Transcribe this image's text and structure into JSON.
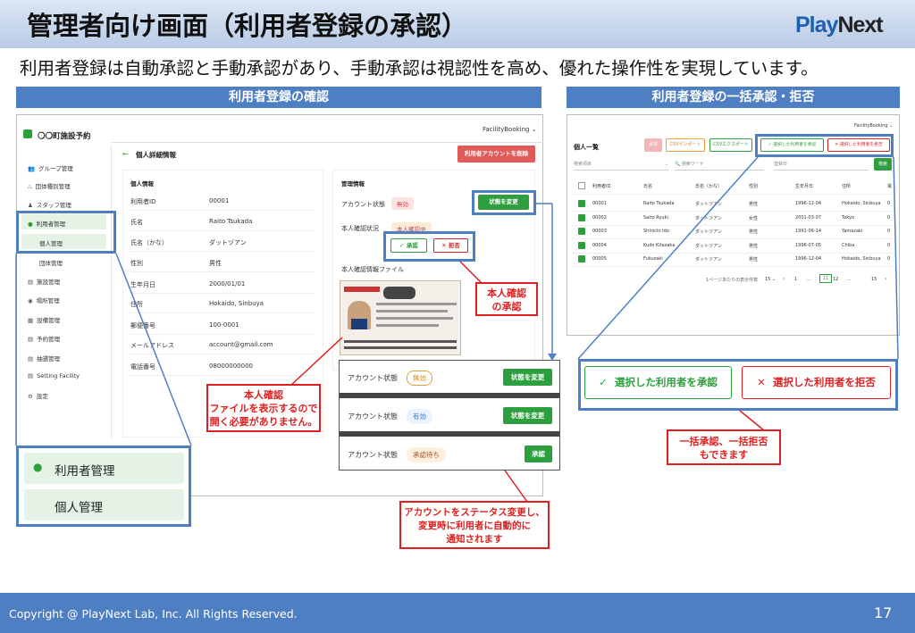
{
  "slide": {
    "title": "管理者向け画面（利用者登録の承認）",
    "subtitle": "利用者登録は自動承認と手動承認があり、手動承認は視認性を高め、優れた操作性を実現しています。",
    "logo_a": "Play",
    "logo_b": "Next",
    "left_heading": "利用者登録の確認",
    "right_heading": "利用者登録の一括承認・拒否",
    "copyright": "Copyright @ PlayNext Lab, Inc. All Rights Reserved.",
    "page": "17"
  },
  "app": {
    "name": "〇〇町施設予約",
    "account_menu": "FacilityBooking",
    "back_title": "個人詳細情報",
    "delete_btn": "利用者アカウントを削除",
    "sidebar": [
      "グループ管理",
      "団体種別管理",
      "スタッフ管理",
      "利用者管理",
      "個人管理",
      "団体管理",
      "施設管理",
      "場所管理",
      "設備管理",
      "予約管理",
      "抽選管理",
      "Setting Facility",
      "設定"
    ],
    "personal_heading": "個人情報",
    "fields": [
      {
        "label": "利用者ID",
        "value": "00001"
      },
      {
        "label": "氏名",
        "value": "Raito Tsukada"
      },
      {
        "label": "氏名（かな）",
        "value": "ダットヅアン"
      },
      {
        "label": "性別",
        "value": "男性"
      },
      {
        "label": "生年月日",
        "value": "2000/01/01"
      },
      {
        "label": "住所",
        "value": "Hokaido, Sinbuya"
      },
      {
        "label": "郵便番号",
        "value": "100-0001"
      },
      {
        "label": "メールアドレス",
        "value": "account@gmail.com"
      },
      {
        "label": "電話番号",
        "value": "08000000000"
      }
    ],
    "admin_heading": "管理情報",
    "account_status_label": "アカウント状態",
    "account_status": "無効",
    "change_status_btn": "状態を変更",
    "identity_label": "本人確認状況",
    "identity_status": "本人確認中",
    "approve_btn": "承認",
    "reject_btn": "拒否",
    "id_file_label": "本人確認情報ファイル"
  },
  "zoom": {
    "item1": "利用者管理",
    "item2": "個人管理",
    "status_rows": [
      {
        "label": "アカウント状態",
        "badge": "無効",
        "btn": "状態を変更"
      },
      {
        "label": "アカウント状態",
        "badge": "有効",
        "btn": "状態を変更"
      },
      {
        "label": "アカウント状態",
        "badge": "承認待ち",
        "btn": "承認"
      }
    ],
    "approve_selected": "選択した利用者を承認",
    "reject_selected": "選択した利用者を拒否"
  },
  "callouts": {
    "c1": "本人確認\nの承認",
    "c2": "本人確認\nファイルを表示するので\n開く必要がありません。",
    "c3": "アカウントをステータス変更し、\n変更時に利用者に自動的に\n通知されます",
    "c4": "一括承認、一括拒否\nもできます"
  },
  "list": {
    "title": "個人一覧",
    "btn_approve": "承認",
    "btn_csv_in": "CSVインポート",
    "btn_csv_out": "CSVエクスポート",
    "btn_bulk_ok": "選択した利用者を承認",
    "btn_bulk_ng": "選択した利用者を拒否",
    "filter1": "検索項目",
    "filter2": "検索ワード",
    "filter3": "登録日",
    "search_btn": "検索",
    "headers": [
      "利用者ID",
      "氏名",
      "氏名（かな）",
      "性別",
      "生年月日",
      "住所",
      "電"
    ],
    "rows": [
      [
        "00001",
        "Raito Tsukada",
        "ダットヅアン",
        "男性",
        "1996-12-04",
        "Hokaido, Sinbuya",
        "0"
      ],
      [
        "00002",
        "Saito Ryuki",
        "ダットヅアン",
        "女性",
        "2001-03-07",
        "Tokyo",
        "0"
      ],
      [
        "00003",
        "Shinichi Ido",
        "ダットヅアン",
        "男性",
        "1991-06-14",
        "Yamazaki",
        "0"
      ],
      [
        "00004",
        "Kudo Kitasaka",
        "ダットヅアン",
        "男性",
        "1996-07-05",
        "Chiba",
        "0"
      ],
      [
        "00005",
        "Fukuzaki",
        "ダットヅアン",
        "男性",
        "1996-12-04",
        "Hokaido, Sinbuya",
        "0"
      ]
    ],
    "pagination": "1ページあたりの表示件数",
    "per_page": "15",
    "pages": [
      "1",
      "…",
      "11",
      "12",
      "…",
      "15"
    ]
  },
  "colors": {
    "accent": "#4f7fc3",
    "green": "#2e9f3e",
    "red": "#e02020"
  }
}
